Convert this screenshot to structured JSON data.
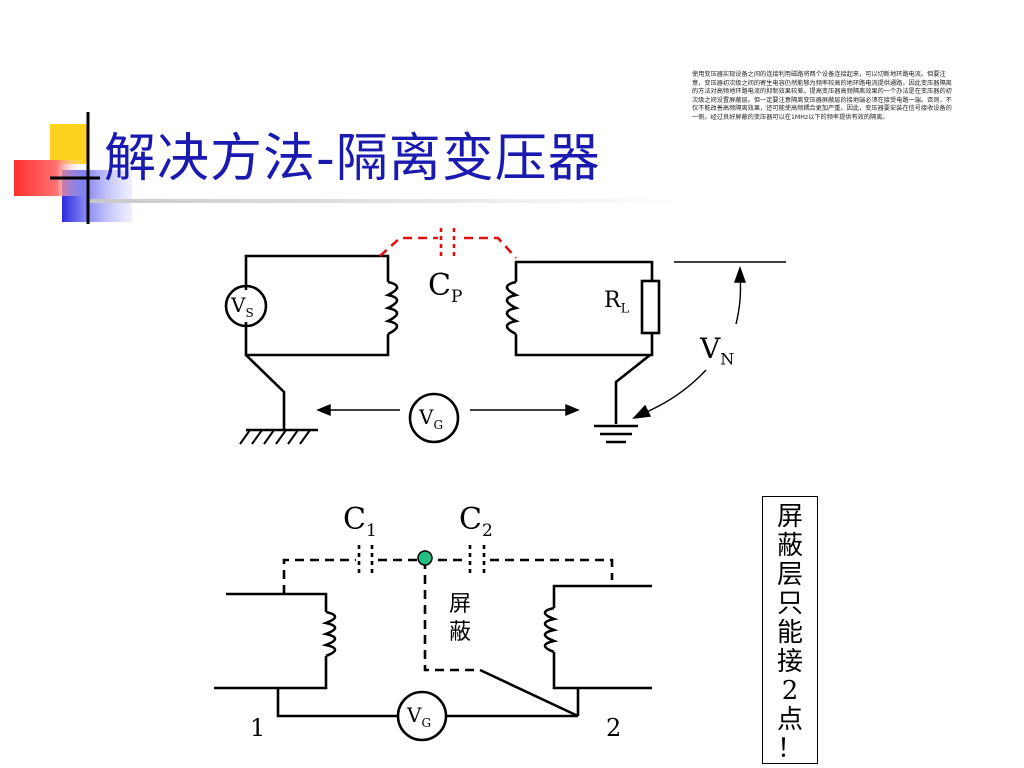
{
  "slide": {
    "title": "解决方法-隔离变压器",
    "note": "使用变压器实现设备之间的连接利用磁路将两个设备连接起来，可以切断地环路电流。但要注意，变压器初次级之间的寄生电容仍然能够为频率较高的地环路电流提供通路，因此变压器隔离的方法对高频地环路电流的抑制效果较差。提高变压器高频隔离效果的一个办法是在变压器的初次级之间设置屏蔽层。但一定要注意隔离变压器屏蔽层的接地端必须在接受电路一端。否则，不仅不能改善高频隔离效果，还可能使高频耦合更加严重。因此，变压器要安装在信号接收设备的一侧。经过良好屏蔽的变压器可以在1MHz以下的频率提供有效的隔离。"
  },
  "diagram_top": {
    "cp_label": "C",
    "cp_sub": "P",
    "vs_label": "V",
    "vs_sub": "S",
    "rl_label": "R",
    "rl_sub": "L",
    "vn_label": "V",
    "vn_sub": "N",
    "vg_label": "V",
    "vg_sub": "G"
  },
  "diagram_bottom": {
    "c1_label": "C",
    "c1_sub": "1",
    "c2_label": "C",
    "c2_sub": "2",
    "shield_label_1": "屏",
    "shield_label_2": "蔽",
    "vg_label": "V",
    "vg_sub": "G",
    "node_1": "1",
    "node_2": "2"
  },
  "callout": {
    "chars": [
      "屏",
      "蔽",
      "层",
      "只",
      "能",
      "接",
      "2",
      "点",
      "！"
    ]
  },
  "colors": {
    "title": "#1a1ab0",
    "parasitic": "#e01010",
    "shield_node": "#20c080",
    "logo_yellow": "#ffd21f",
    "logo_blue": "#2a2ae0",
    "logo_red": "#ff4040"
  }
}
